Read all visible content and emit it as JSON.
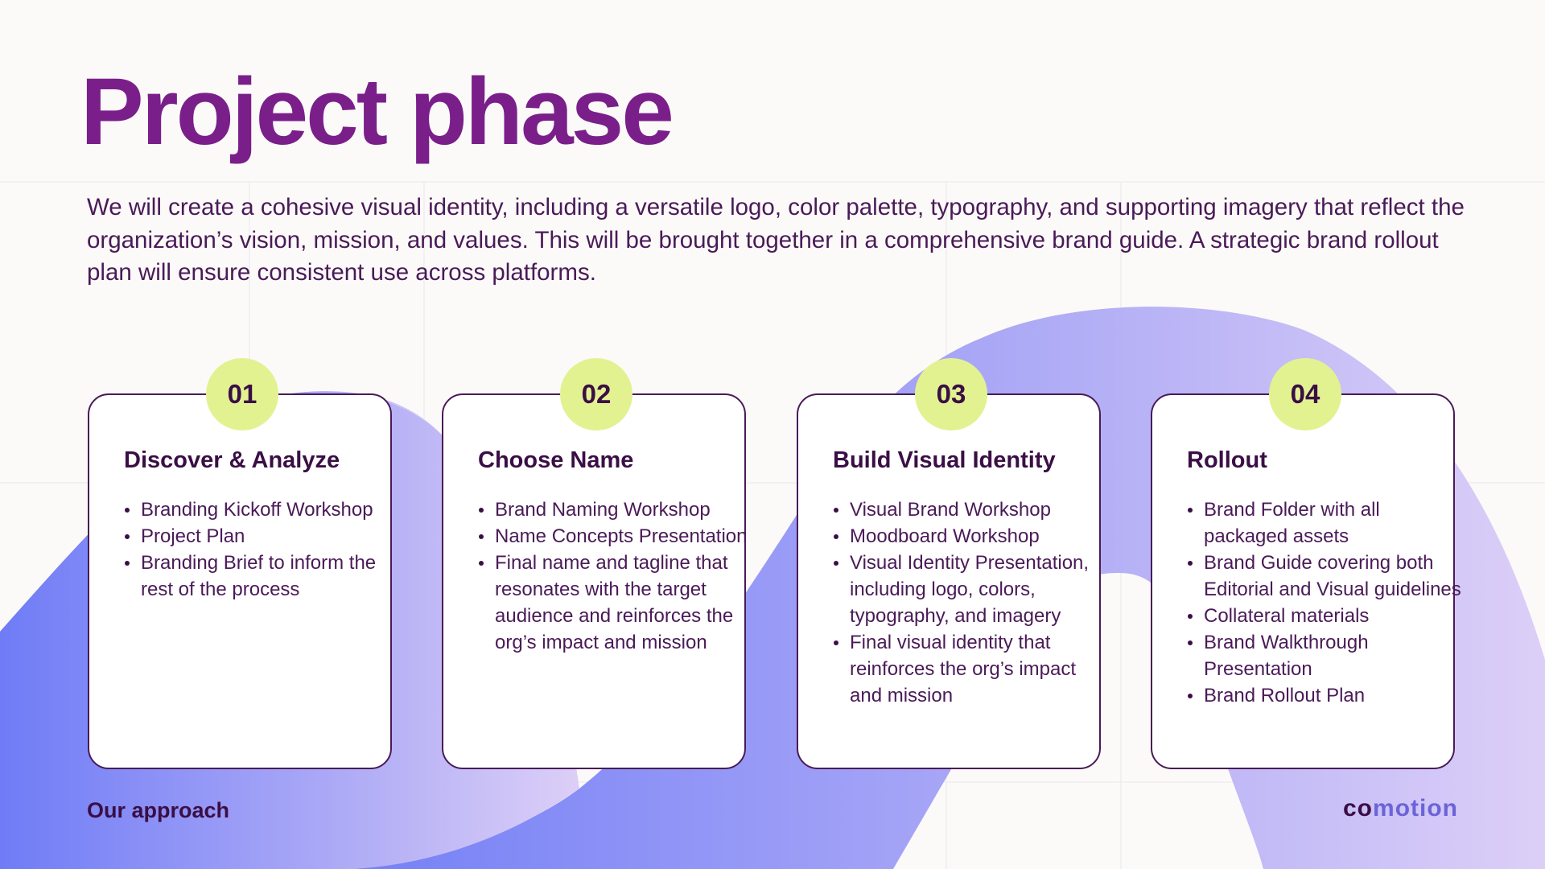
{
  "title": "Project phase",
  "intro": "We will create a cohesive visual identity, including a versatile logo, color palette, typography, and supporting imagery that reflect the organization’s vision, mission, and values. This will be brought together in a comprehensive brand guide. A strategic brand rollout plan will ensure consistent use across platforms.",
  "phases": [
    {
      "number": "01",
      "title": "Discover & Analyze",
      "items": [
        "Branding Kickoff Workshop",
        "Project Plan",
        "Branding Brief to inform the rest of the process"
      ]
    },
    {
      "number": "02",
      "title": "Choose Name",
      "items": [
        "Brand Naming Workshop",
        "Name Concepts Presentation",
        "Final name and tagline that resonates with the target audience and reinforces the org’s impact and mission"
      ]
    },
    {
      "number": "03",
      "title": "Build Visual Identity",
      "items": [
        "Visual Brand Workshop",
        "Moodboard Workshop",
        "Visual Identity Presentation, including logo, colors, typography, and imagery",
        "Final visual identity that reinforces the org’s impact and mission"
      ]
    },
    {
      "number": "04",
      "title": "Rollout",
      "items": [
        "Brand Folder with all packaged assets",
        "Brand Guide covering both Editorial and Visual guidelines",
        "Collateral materials",
        "Brand Walkthrough Presentation",
        "Brand Rollout Plan"
      ]
    }
  ],
  "footer": {
    "section_label": "Our approach",
    "logo_part1": "co",
    "logo_part2": "motion"
  },
  "colors": {
    "title": "#7a1f8a",
    "text": "#4a1a57",
    "badge": "#e3f291",
    "wave_start": "#6f7cf6",
    "wave_end": "#d9cdf7"
  }
}
